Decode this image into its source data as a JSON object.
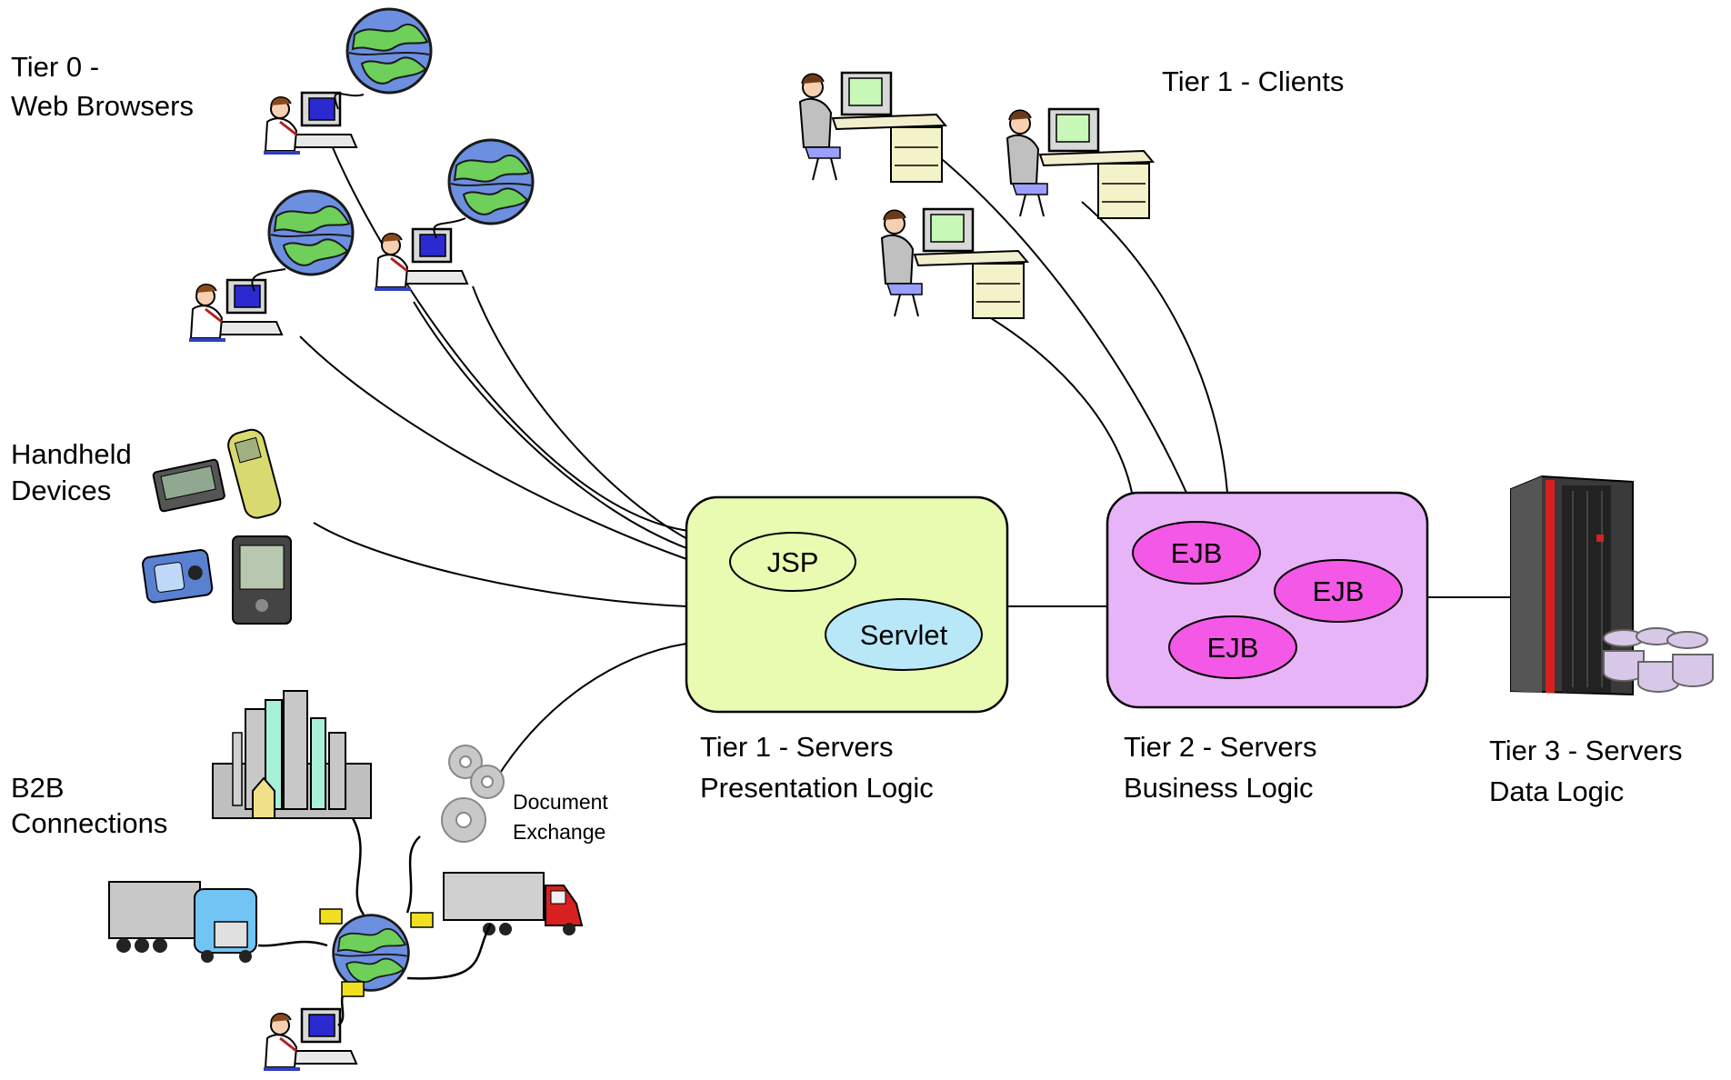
{
  "tiers": {
    "tier0_browsers": [
      "Tier 0 -",
      "Web Browsers"
    ],
    "tier1_clients": "Tier 1 - Clients",
    "handheld": [
      "Handheld",
      "Devices"
    ],
    "b2b": [
      "B2B",
      "Connections"
    ],
    "document_exchange": [
      "Document",
      "Exchange"
    ],
    "tier1_servers": [
      "Tier 1 - Servers",
      "Presentation Logic"
    ],
    "tier2_servers": [
      "Tier 2 - Servers",
      "Business Logic"
    ],
    "tier3_servers": [
      "Tier 3 - Servers",
      "Data Logic"
    ]
  },
  "presentation_box": {
    "components": [
      "JSP",
      "Servlet"
    ],
    "fill": "#e8fbb0",
    "jsp_fill": "#e8fbb0",
    "servlet_fill": "#b8e8f8"
  },
  "business_box": {
    "components": [
      "EJB",
      "EJB",
      "EJB"
    ],
    "fill": "#e8b4f8",
    "ejb_fill": "#f458e6"
  },
  "icons": [
    "web-user-icon",
    "globe-icon",
    "desk-client-icon",
    "handheld-icon",
    "factory-icon",
    "truck-icon",
    "gears-icon",
    "mainframe-icon",
    "database-icon"
  ]
}
